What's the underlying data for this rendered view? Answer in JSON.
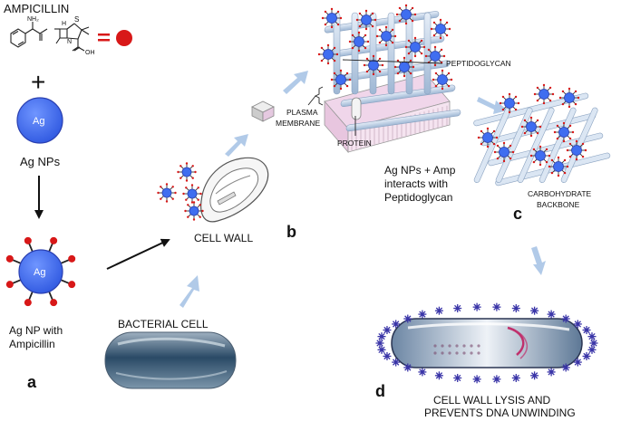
{
  "labels": {
    "drug_name": "AMPICILLIN",
    "nh2": "NH₂",
    "oh": "OH",
    "s_atom": "S",
    "h_atom": "H",
    "n_atom": "N",
    "plus": "+",
    "equals": "=",
    "ag_core": "Ag",
    "ag_nps": "Ag NPs",
    "ag_np_with_line1": "Ag NP with",
    "ag_np_with_line2": "Ampicillin",
    "bacterial_cell": "BACTERIAL CELL",
    "cell_wall": "CELL WALL",
    "plasma_membrane_line1": "PLASMA",
    "plasma_membrane_line2": "MEMBRANE",
    "protein": "PROTEIN",
    "peptidoglycan": "PEPTIDOGLYCAN",
    "interaction_line1": "Ag NPs + Amp",
    "interaction_line2": "interacts with",
    "interaction_line3": "Peptidoglycan",
    "carbohydrate_line1": "CARBOHYDRATE",
    "carbohydrate_line2": "BACKBONE",
    "lysis_line1": "CELL WALL LYSIS AND",
    "lysis_line2": "PREVENTS DNA UNWINDING",
    "panel_a": "a",
    "panel_b": "b",
    "panel_c": "c",
    "panel_d": "d"
  },
  "colors": {
    "np_blue": "#3f6ef0",
    "np_outline": "#2a3fb0",
    "ampicillin_red": "#d81818",
    "arrow_light": "#a8c4e6",
    "arrow_dark": "#111111",
    "membrane_pink": "#f0d6ea",
    "fiber_blue": "#b9cfe6"
  }
}
